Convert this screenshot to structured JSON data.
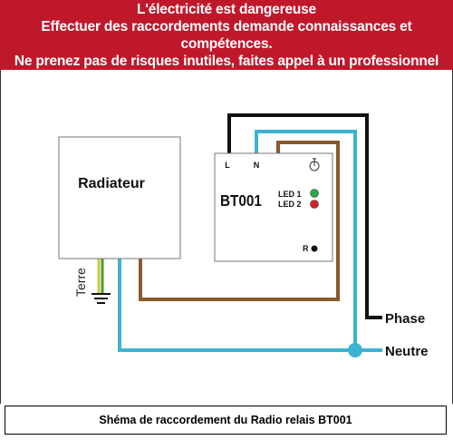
{
  "warning": {
    "line1": "L'électricité est dangereuse",
    "line2": "Effectuer des raccordements demande connaissances et compétences.",
    "line3": "Ne prenez pas de risques inutiles, faites appel à un professionnel"
  },
  "radiator": {
    "label": "Radiateur"
  },
  "ground": {
    "label": "Terre"
  },
  "module": {
    "name": "BT001",
    "terminal_l": "L",
    "terminal_n": "N",
    "led1_label": "LED 1",
    "led2_label": "LED 2",
    "reset_label": "R",
    "led1_color": "#2aa84a",
    "led2_color": "#d6202e"
  },
  "wires": {
    "phase_label": "Phase",
    "neutral_label": "Neutre",
    "phase_color": "#111111",
    "neutral_color": "#3bb3d3",
    "pilot_color": "#8b5a2b",
    "earth_color_a": "#c8c83a",
    "earth_color_b": "#4a9a3a"
  },
  "caption": "Shéma de raccordement du Radio relais BT001"
}
